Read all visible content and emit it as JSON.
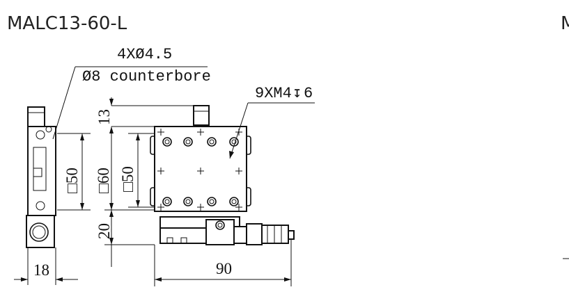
{
  "title": "MALC13-60-L",
  "edge_char": "M",
  "callouts": {
    "holes_count": "4XØ4.5",
    "counterbore": "Ø8 counterbore",
    "tapped": "9XM4",
    "tapped_depth_symbol": "↧",
    "tapped_depth": "6"
  },
  "dimensions": {
    "top_offset": "13",
    "square_side": "□50",
    "square_front": "□60",
    "square_front_inner": "□50",
    "bottom_offset": "20",
    "side_width": "18",
    "front_width": "90"
  },
  "colors": {
    "ink": "#111111",
    "background": "#ffffff"
  }
}
